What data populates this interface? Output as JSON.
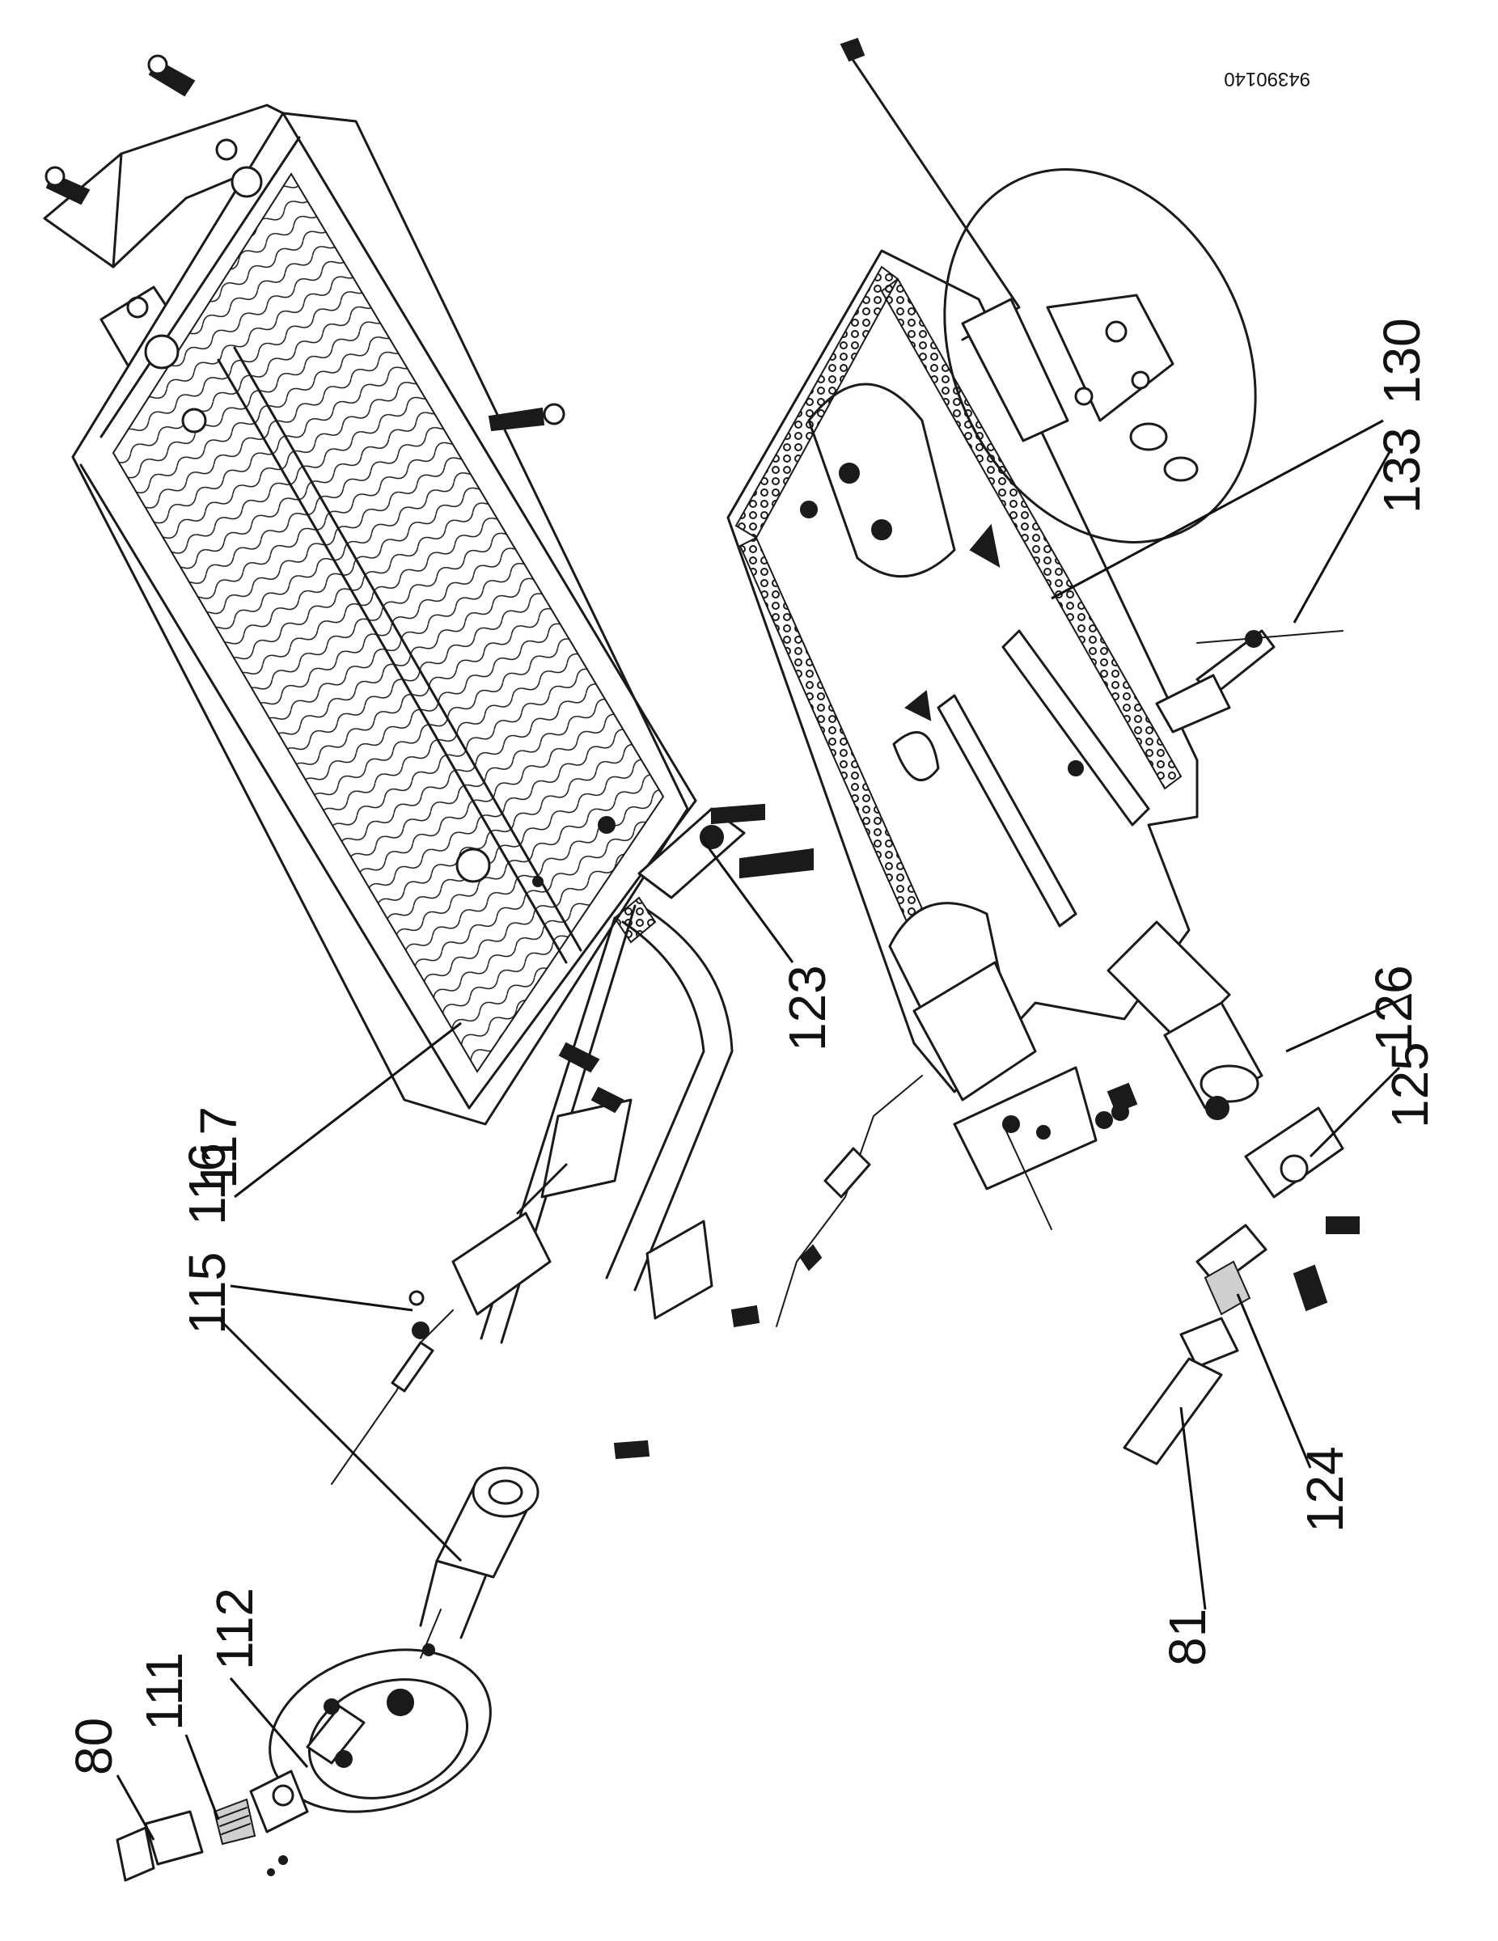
{
  "drawing_number": "94390140",
  "callouts": {
    "c80": "80",
    "c111": "111",
    "c112": "112",
    "c115": "115",
    "c116": "116",
    "c117": "117",
    "c123": "123",
    "c124": "124",
    "c125": "125",
    "c126": "126",
    "c81": "81",
    "c133": "133",
    "c130": "130"
  }
}
